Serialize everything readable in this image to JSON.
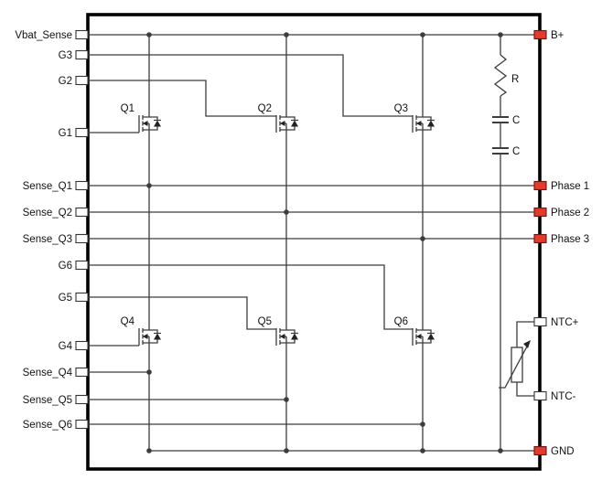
{
  "left_pins": [
    "Vbat_Sense",
    "G3",
    "G2",
    "G1",
    "Sense_Q1",
    "Sense_Q2",
    "Sense_Q3",
    "G6",
    "G5",
    "G4",
    "Sense_Q4",
    "Sense_Q5",
    "Sense_Q6"
  ],
  "right_pins": [
    {
      "label": "B+",
      "kind": "power"
    },
    {
      "label": "Phase 1",
      "kind": "power"
    },
    {
      "label": "Phase 2",
      "kind": "power"
    },
    {
      "label": "Phase 3",
      "kind": "power"
    },
    {
      "label": "NTC+",
      "kind": "signal"
    },
    {
      "label": "NTC-",
      "kind": "signal"
    },
    {
      "label": "GND",
      "kind": "power"
    }
  ],
  "transistors": [
    "Q1",
    "Q2",
    "Q3",
    "Q4",
    "Q5",
    "Q6"
  ],
  "passives": {
    "resistor": "R",
    "capacitor_top": "C",
    "capacitor_bottom": "C"
  },
  "colors": {
    "power_pin": "#e23a2e",
    "signal_pin": "#ffffff",
    "wire": "#3c3c3c",
    "outline": "#000000",
    "text": "#111111"
  }
}
